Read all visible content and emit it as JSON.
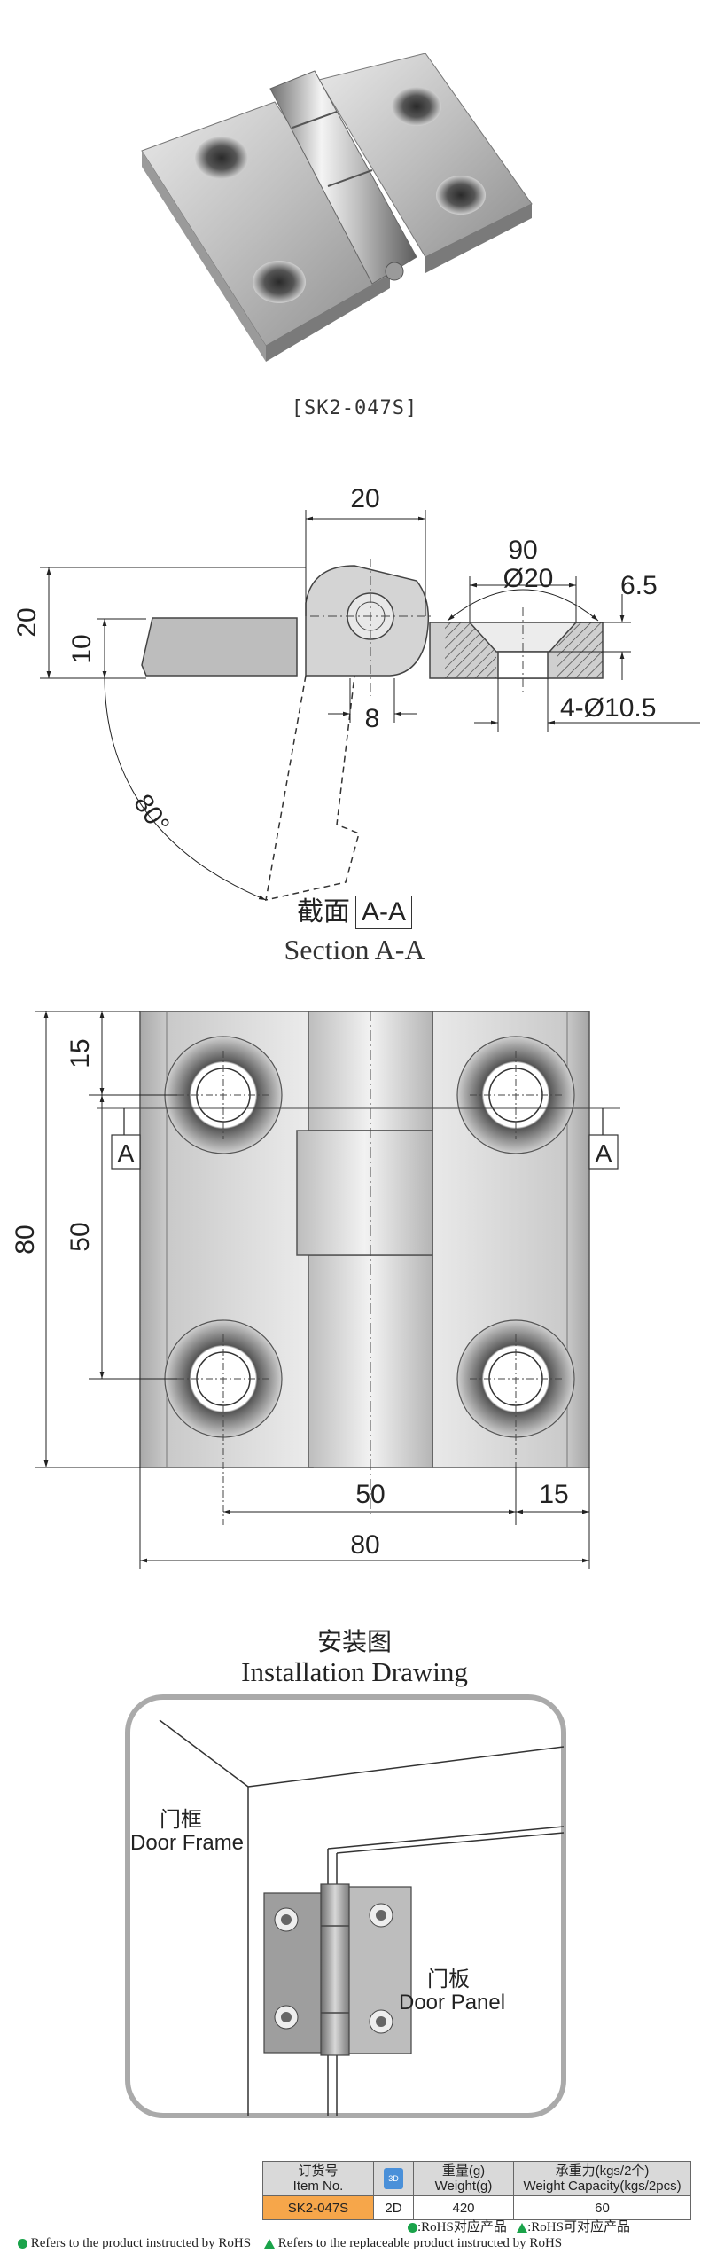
{
  "product": {
    "caption": "[SK2-047S]"
  },
  "section": {
    "dims": {
      "width20": "20",
      "height20": "20",
      "height10": "10",
      "angle90": "90",
      "dia20": "Ø20",
      "thick65": "6.5",
      "pin8": "8",
      "holes": "4-Ø10.5",
      "angle80": "80°"
    },
    "title_cn": "截面",
    "title_box": "A-A",
    "title_en": "Section A-A"
  },
  "front": {
    "dims": {
      "top15": "15",
      "mid50": "50",
      "total80": "80",
      "bottom50": "50",
      "right15": "15",
      "bottom80": "80"
    },
    "marker_left": "A",
    "marker_right": "A"
  },
  "install": {
    "title_cn": "安装图",
    "title_en": "Installation Drawing",
    "frame_cn": "门框",
    "frame_en": "Door Frame",
    "panel_cn": "门板",
    "panel_en": "Door Panel"
  },
  "spec_table": {
    "headers": [
      {
        "cn": "订货号",
        "en": "Item No."
      },
      {
        "cn": "",
        "en": ""
      },
      {
        "cn": "重量(g)",
        "en": "Weight(g)"
      },
      {
        "cn": "承重力(kgs/2个)",
        "en": "Weight Capacity(kgs/2pcs)"
      }
    ],
    "icon_label": "3D",
    "rows": [
      {
        "item": "SK2-047S",
        "model": "2D",
        "weight": "420",
        "capacity": "60"
      }
    ]
  },
  "legend": {
    "rohs_cn": ":RoHS对应产品",
    "rohs_replace_cn": ":RoHS可对应产品",
    "rohs_en": "Refers to the product instructed by RoHS",
    "rohs_replace_en": "Refers to the replaceable product instructed by RoHS"
  },
  "colors": {
    "rohs_green": "#1aa34a",
    "item_orange": "#f6a64a",
    "header_gray": "#d9d9d9",
    "frame_gray": "#aaaaaa"
  }
}
